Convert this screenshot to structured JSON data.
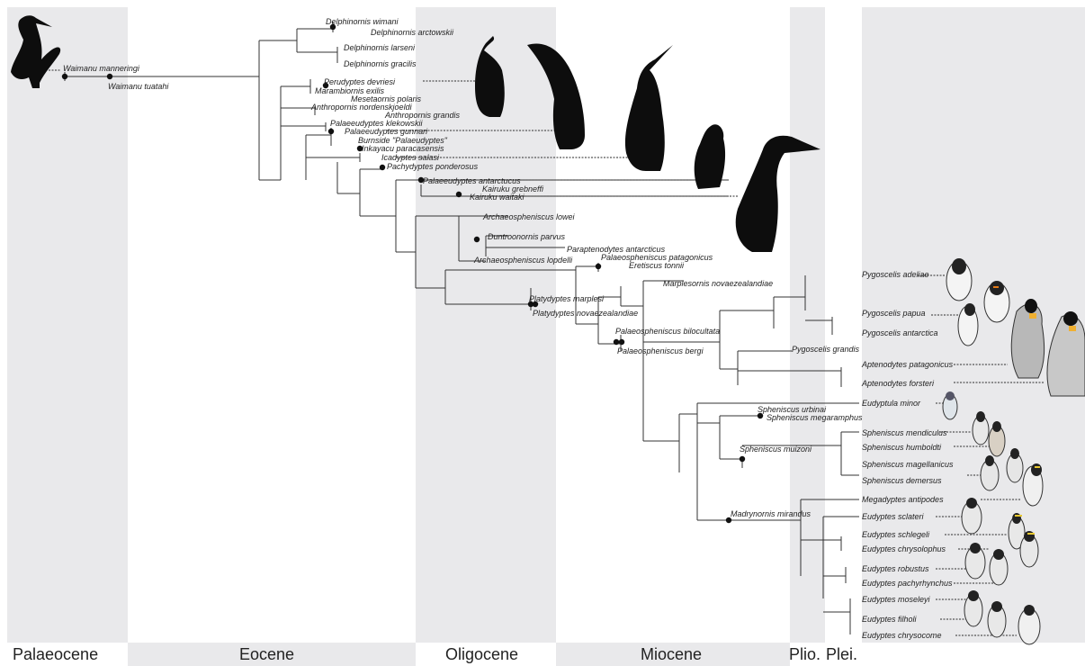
{
  "epochs": {
    "palaeocene": "Palaeocene",
    "eocene": "Eocene",
    "oligocene": "Oligocene",
    "miocene": "Miocene",
    "pliocene": "Plio.",
    "pleistocene": "Plei."
  },
  "taxa": [
    "Waimanu manneringi",
    "Waimanu tuatahi",
    "Delphinornis wimani",
    "Delphinornis arctowskii",
    "Delphinornis larseni",
    "Delphinornis gracilis",
    "Perudyptes devriesi",
    "Marambiornis exilis",
    "Mesetaornis polaris",
    "Anthropornis nordenskjoeldi",
    "Anthropornis grandis",
    "Palaeeudyptes klekowskii",
    "Palaeeudyptes gunnari",
    "Burnside \"Palaeudyptes\"",
    "Inkayacu paracasensis",
    "Icadyptes salasi",
    "Pachydyptes ponderosus",
    "Palaeeudyptes antarctucus",
    "Kairuku grebneffi",
    "Kairuku waitaki",
    "Archaeospheniscus lowei",
    "Duntroonornis parvus",
    "Paraptenodytes antarcticus",
    "Archaeospheniscus lopdelli",
    "Palaeospheniscus patagonicus",
    "Eretiscus tonnii",
    "Marplesornis novaezealandiae",
    "Platydyptes marplesi",
    "Platydyptes novaezealandiae",
    "Palaeospheniscus bilocultata",
    "Palaeospheniscus bergi",
    "Pygoscelis adeliae",
    "Pygoscelis papua",
    "Pygoscelis antarctica",
    "Pygoscelis grandis",
    "Aptenodytes patagonicus",
    "Aptenodytes forsteri",
    "Eudyptula minor",
    "Spheniscus urbinai",
    "Spheniscus megaramphus",
    "Spheniscus mendiculus",
    "Spheniscus humboldti",
    "Spheniscus muizoni",
    "Spheniscus magellanicus",
    "Spheniscus demersus",
    "Megadyptes antipodes",
    "Madrynornis mirandus",
    "Eudyptes sclateri",
    "Eudyptes schlegeli",
    "Eudyptes chrysolophus",
    "Eudyptes robustus",
    "Eudyptes pachyrhynchus",
    "Eudyptes moseleyi",
    "Eudyptes filholi",
    "Eudyptes chrysocome"
  ]
}
